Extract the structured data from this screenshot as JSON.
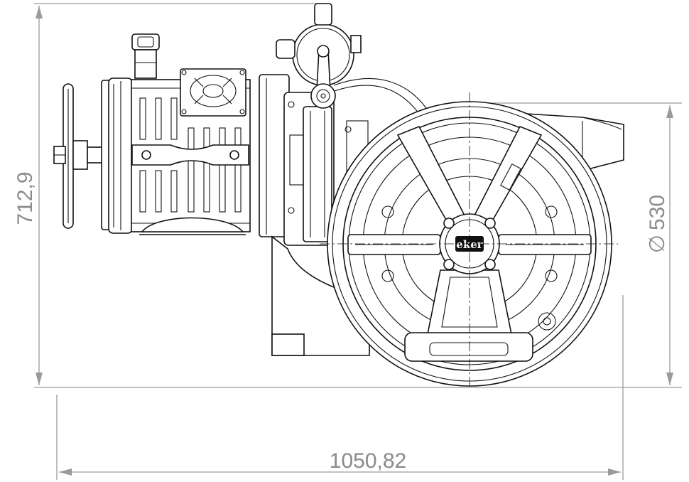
{
  "drawing": {
    "dimensions": {
      "height": "712,9",
      "diameter_symbol": "∅",
      "diameter": "530",
      "width": "1050,82"
    },
    "sheave_logo": "eker"
  }
}
